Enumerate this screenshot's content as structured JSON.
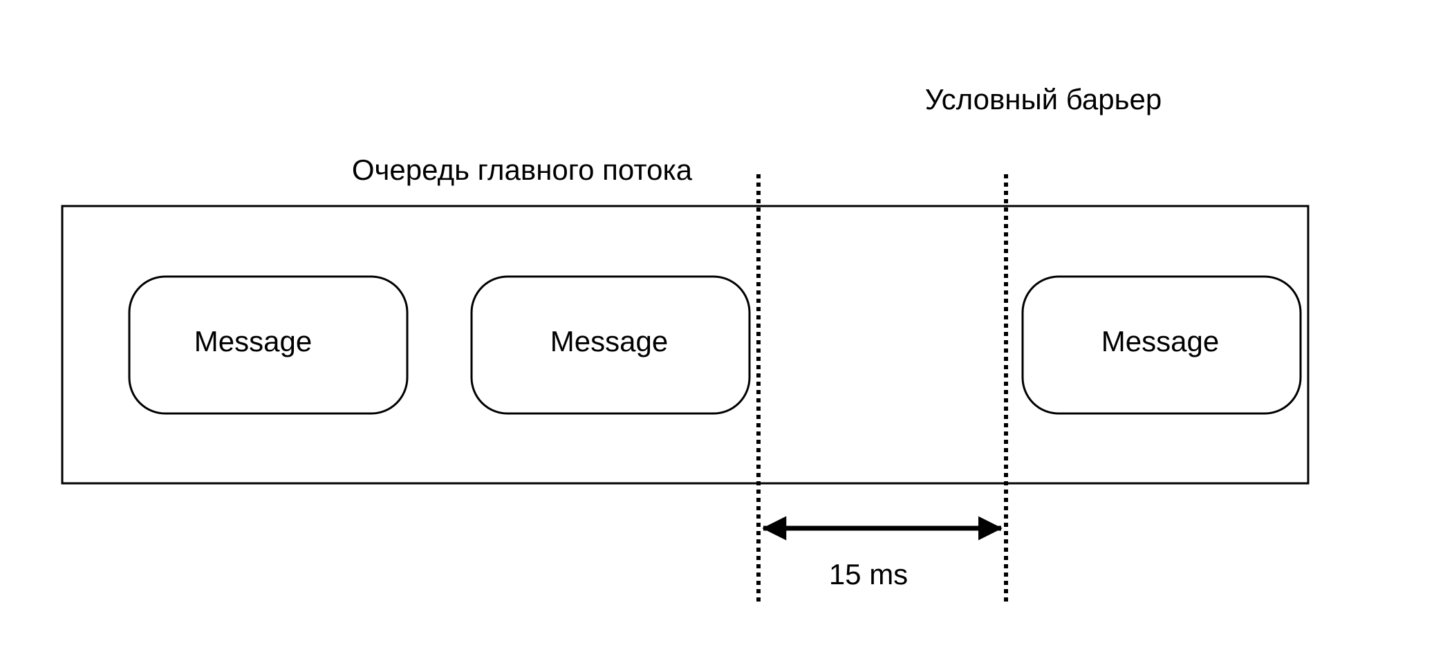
{
  "diagram": {
    "queue_title": "Очередь главного потока",
    "barrier_label": "Условный барьер",
    "messages": [
      {
        "label": "Message"
      },
      {
        "label": "Message"
      },
      {
        "label": "Message"
      }
    ],
    "interval_label": "15 ms"
  },
  "colors": {
    "stroke": "#000000",
    "background": "#ffffff"
  }
}
